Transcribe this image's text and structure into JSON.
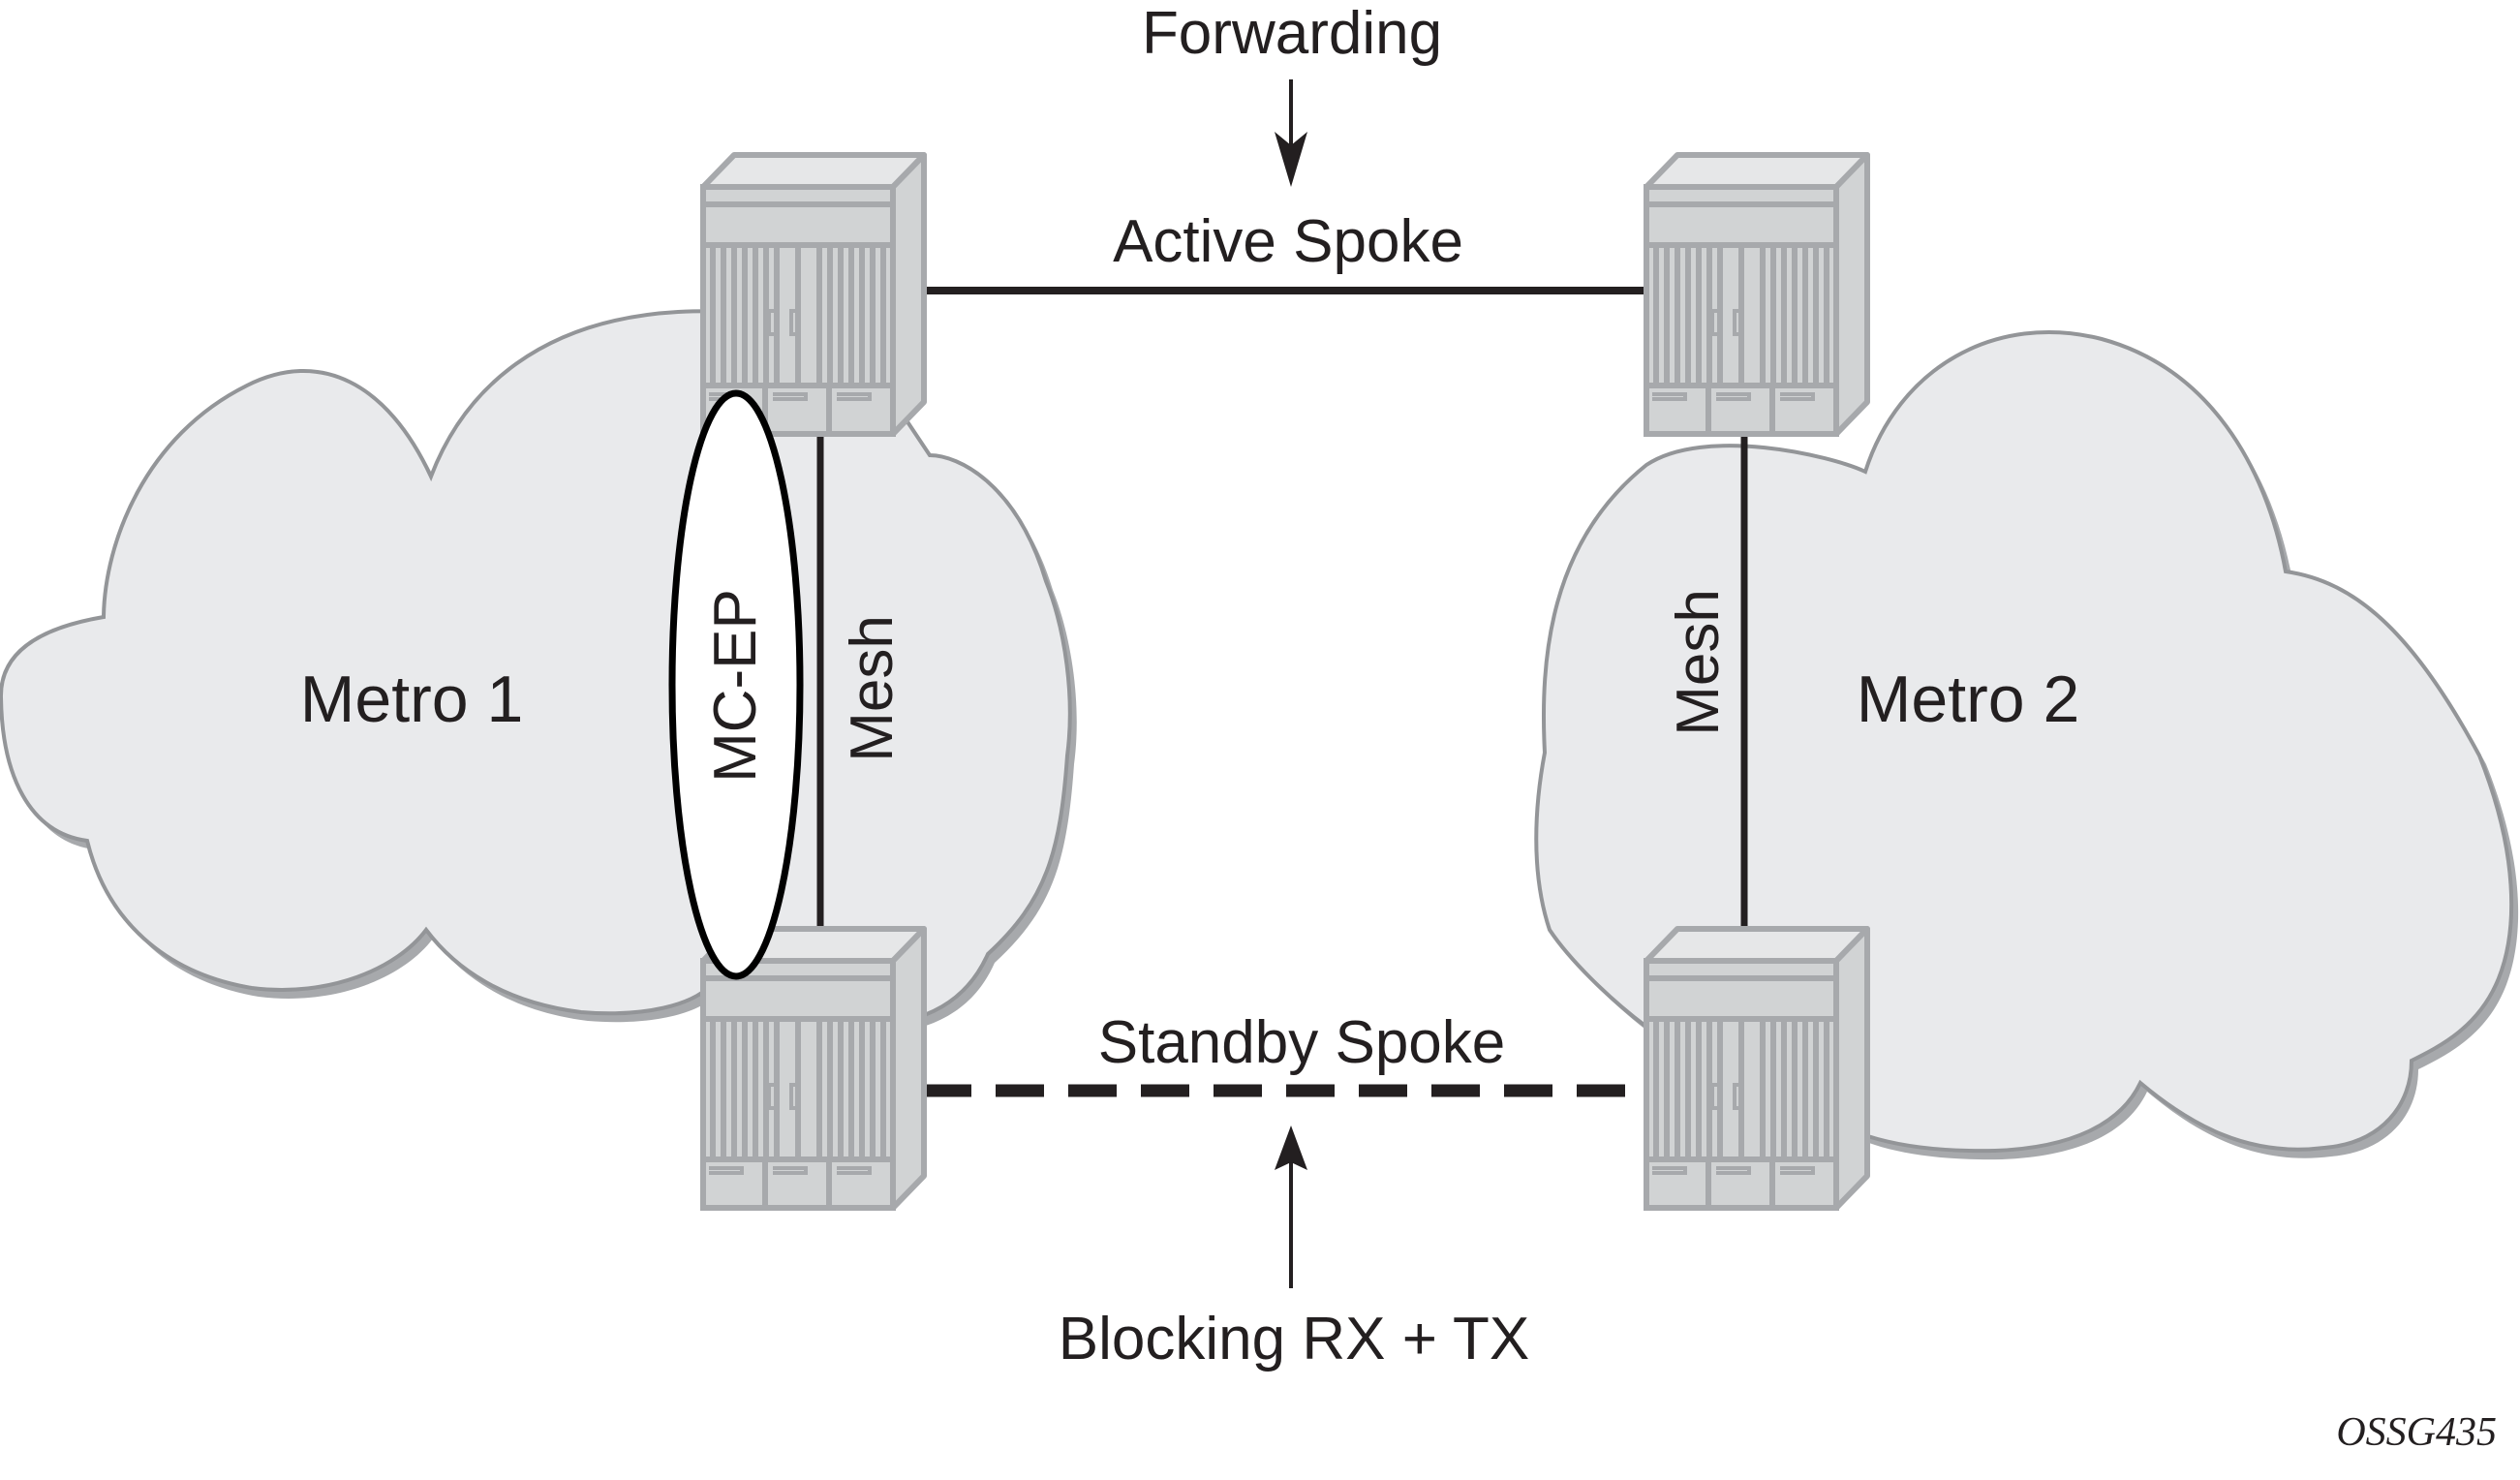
{
  "diagram": {
    "title_annotation_top": "Forwarding",
    "title_annotation_bottom": "Blocking RX + TX",
    "figure_id": "OSSG435",
    "colors": {
      "cloud_fill": "#e9eaec",
      "cloud_outline": "#939598",
      "router_gray": "#a7a9ac",
      "router_face": "#d1d3d4",
      "line": "#231f20"
    },
    "clouds": [
      {
        "id": "metro-1",
        "label": "Metro 1"
      },
      {
        "id": "metro-2",
        "label": "Metro 2"
      }
    ],
    "routers": [
      {
        "id": "router-metro1-top",
        "icon": "router-chassis-icon"
      },
      {
        "id": "router-metro1-bottom",
        "icon": "router-chassis-icon"
      },
      {
        "id": "router-metro2-top",
        "icon": "router-chassis-icon"
      },
      {
        "id": "router-metro2-bottom",
        "icon": "router-chassis-icon"
      }
    ],
    "links": {
      "active_spoke": {
        "label": "Active Spoke",
        "style": "solid",
        "state": "Forwarding"
      },
      "standby_spoke": {
        "label": "Standby Spoke",
        "style": "dashed",
        "state": "Blocking RX + TX"
      },
      "mesh_left": {
        "label": "Mesh",
        "style": "solid"
      },
      "mesh_right": {
        "label": "Mesh",
        "style": "solid"
      }
    },
    "endpoint_group": {
      "label": "MC-EP"
    }
  }
}
